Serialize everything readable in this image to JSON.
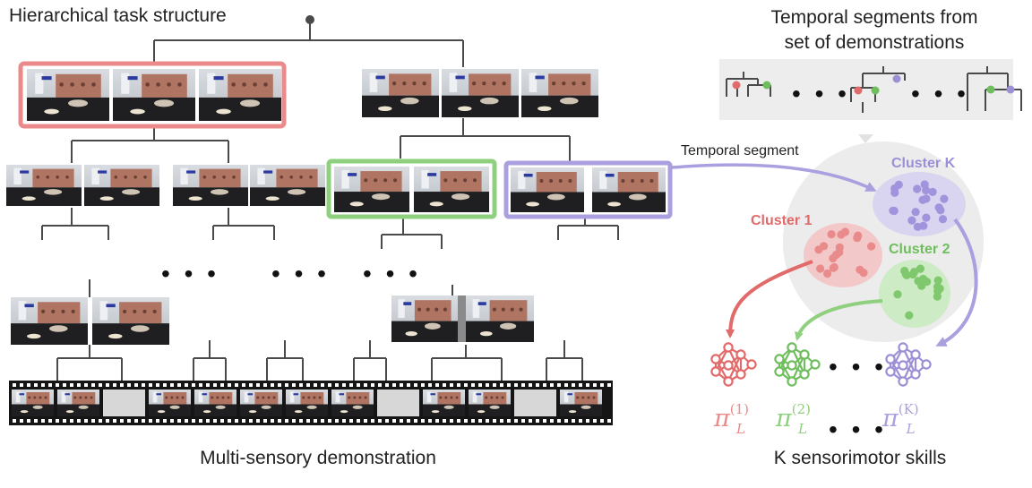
{
  "labels": {
    "hierarchical_title": "Hierarchical task structure",
    "temporal_title_line1": "Temporal segments from",
    "temporal_title_line2": "set of demonstrations",
    "temporal_segment": "Temporal segment",
    "cluster_k": "Cluster K",
    "cluster_1": "Cluster 1",
    "cluster_2": "Cluster 2",
    "multi_sensory": "Multi-sensory demonstration",
    "skills": "K sensorimotor skills",
    "ellipsis": "• • •"
  },
  "policies": [
    {
      "symbol": "π",
      "sup": "(1)",
      "sub": "L"
    },
    {
      "symbol": "π",
      "sup": "(2)",
      "sub": "L"
    },
    {
      "symbol": "π",
      "sup": "(K)",
      "sub": "L"
    }
  ],
  "colors": {
    "cluster_1": "#e16a6a",
    "cluster_2": "#6fbe5e",
    "cluster_k": "#9d8fd6",
    "tree_line": "#4a4a4a",
    "cluster_bg": "#ececec"
  }
}
